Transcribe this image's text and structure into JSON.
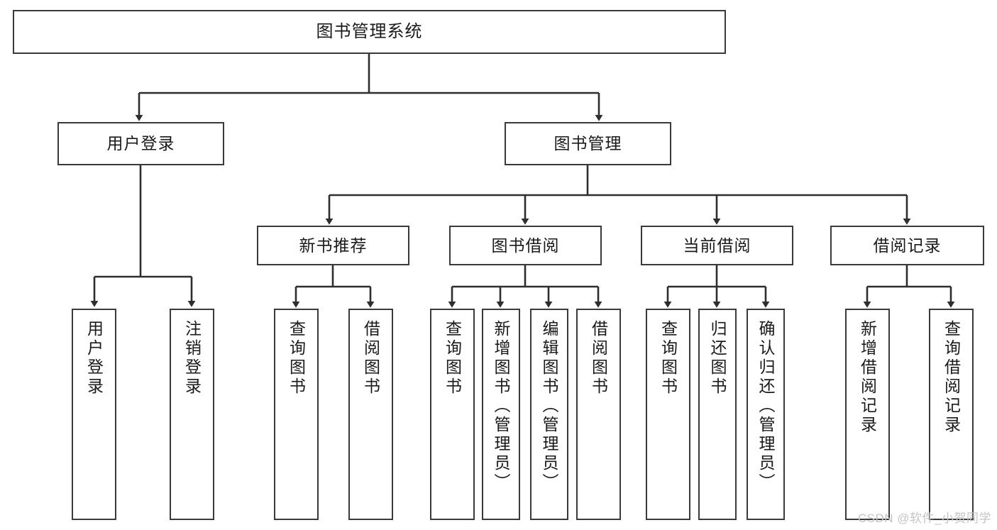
{
  "diagram": {
    "title": "图书管理系统",
    "type": "hierarchy-tree",
    "accent_color": "#3a3a3a",
    "background_color": "#ffffff",
    "text_color": "#1a1a1a",
    "levels": {
      "root": {
        "label": "图书管理系统"
      },
      "level2": [
        {
          "label": "用户登录"
        },
        {
          "label": "图书管理"
        }
      ],
      "level3": [
        {
          "label": "新书推荐"
        },
        {
          "label": "图书借阅"
        },
        {
          "label": "当前借阅"
        },
        {
          "label": "借阅记录"
        }
      ],
      "level4": {
        "user_login": [
          {
            "label": "用户登录"
          },
          {
            "label": "注销登录"
          }
        ],
        "new_book_recommend": [
          {
            "label": "查询图书"
          },
          {
            "label": "借阅图书"
          }
        ],
        "book_borrow": [
          {
            "label": "查询图书"
          },
          {
            "label": "新增图书（管理员）"
          },
          {
            "label": "编辑图书（管理员）"
          },
          {
            "label": "借阅图书"
          }
        ],
        "current_borrow": [
          {
            "label": "查询图书"
          },
          {
            "label": "归还图书"
          },
          {
            "label": "确认归还（管理员）"
          }
        ],
        "borrow_record": [
          {
            "label": "新增借阅记录"
          },
          {
            "label": "查询借阅记录"
          }
        ]
      }
    }
  },
  "watermark": {
    "text": "CSDN @软件_小贺同学"
  }
}
